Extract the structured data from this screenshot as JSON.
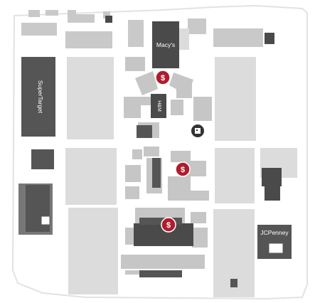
{
  "map": {
    "anchors": {
      "macys": "Macy's",
      "supertarget": "SuperTarget",
      "hm": "H&M",
      "jcpenney": "JCPenney"
    },
    "pins": [
      {
        "id": "pin-1",
        "symbol": "$"
      },
      {
        "id": "pin-2",
        "symbol": "$"
      },
      {
        "id": "pin-3",
        "symbol": "$"
      }
    ],
    "icons": [
      "dollar-pin-icon",
      "building-info-icon"
    ],
    "colors": {
      "lot": "#dcdcdc",
      "store": "#c8c8c8",
      "anchor": "#555555",
      "dark_building": "#4a4a4a",
      "pin": "#b01c2e",
      "site_outline": "#e4e4e4"
    }
  }
}
